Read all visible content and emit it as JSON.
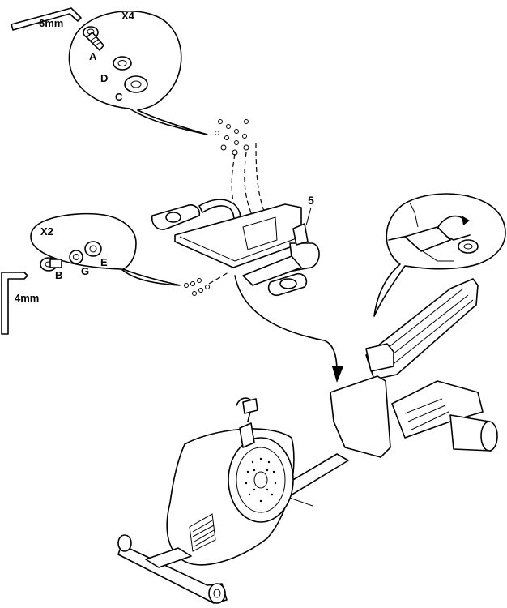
{
  "callout_top": {
    "tool_label": "6mm",
    "quantity": "X4",
    "parts": [
      "A",
      "D",
      "C"
    ]
  },
  "callout_left": {
    "tool_label": "4mm",
    "quantity": "X2",
    "parts": [
      "B",
      "G",
      "E"
    ]
  },
  "part_number": "5"
}
